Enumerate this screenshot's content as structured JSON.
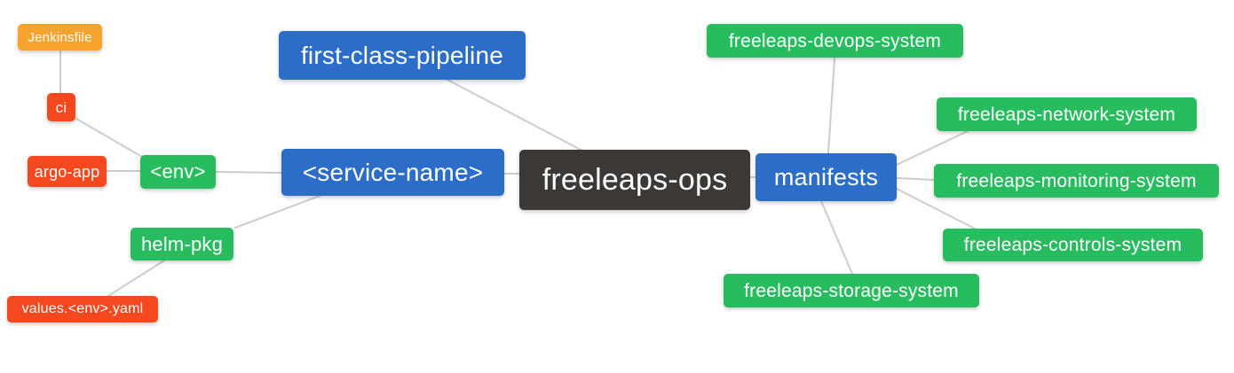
{
  "diagram": {
    "type": "mindmap",
    "root_label": "freeleaps-ops",
    "colors": {
      "root_bg": "#3b3836",
      "branch_bg": "#2b6dc7",
      "level3_bg": "#27bd5e",
      "level4_bg": "#f4491e",
      "level5_bg": "#f6a42d",
      "edge": "#cccccc",
      "text": "#ffffff",
      "background": "#ffffff"
    },
    "nodes": [
      {
        "id": "jenkinsfile",
        "label": "Jenkinsfile",
        "color": "orange"
      },
      {
        "id": "ci",
        "label": "ci",
        "color": "red"
      },
      {
        "id": "argo-app",
        "label": "argo-app",
        "color": "red"
      },
      {
        "id": "env",
        "label": "<env>",
        "color": "green"
      },
      {
        "id": "helm-pkg",
        "label": "helm-pkg",
        "color": "green"
      },
      {
        "id": "values",
        "label": "values.<env>.yaml",
        "color": "red"
      },
      {
        "id": "pipeline",
        "label": "first-class-pipeline",
        "color": "blue"
      },
      {
        "id": "service",
        "label": "<service-name>",
        "color": "blue"
      },
      {
        "id": "ops",
        "label": "freeleaps-ops",
        "color": "dark"
      },
      {
        "id": "manifests",
        "label": "manifests",
        "color": "blue"
      },
      {
        "id": "devops",
        "label": "freeleaps-devops-system",
        "color": "green"
      },
      {
        "id": "network",
        "label": "freeleaps-network-system",
        "color": "green"
      },
      {
        "id": "monitoring",
        "label": "freeleaps-monitoring-system",
        "color": "green"
      },
      {
        "id": "controls",
        "label": "freeleaps-controls-system",
        "color": "green"
      },
      {
        "id": "storage",
        "label": "freeleaps-storage-system",
        "color": "green"
      }
    ],
    "edges": [
      {
        "from": "ci",
        "to": "jenkinsfile"
      },
      {
        "from": "env",
        "to": "ci"
      },
      {
        "from": "env",
        "to": "argo-app"
      },
      {
        "from": "service",
        "to": "env"
      },
      {
        "from": "service",
        "to": "helm-pkg"
      },
      {
        "from": "helm-pkg",
        "to": "values"
      },
      {
        "from": "ops",
        "to": "pipeline"
      },
      {
        "from": "ops",
        "to": "service"
      },
      {
        "from": "ops",
        "to": "manifests"
      },
      {
        "from": "manifests",
        "to": "devops"
      },
      {
        "from": "manifests",
        "to": "network"
      },
      {
        "from": "manifests",
        "to": "monitoring"
      },
      {
        "from": "manifests",
        "to": "controls"
      },
      {
        "from": "manifests",
        "to": "storage"
      }
    ]
  }
}
